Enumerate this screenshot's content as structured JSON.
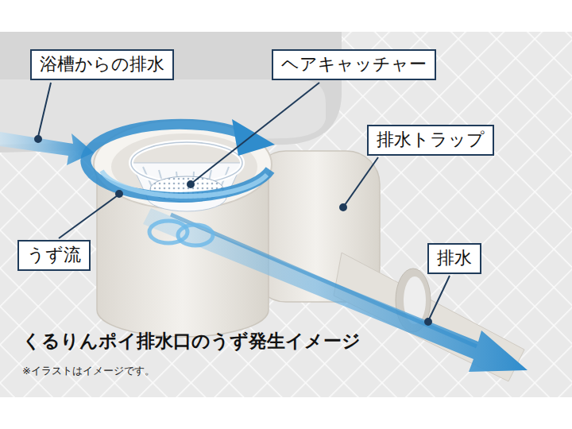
{
  "diagram": {
    "title": "くるりんポイ排水口のうず発生イメージ",
    "caption": "※イラストはイメージです。",
    "nodes": [
      {
        "text": [
          "浴槽からの排水"
        ]
      },
      {
        "text": [
          "ヘアキャッチャー"
        ]
      },
      {
        "text": [
          "排水トラップ"
        ]
      },
      {
        "text": [
          "うず流"
        ]
      },
      {
        "text": [
          "排水"
        ]
      }
    ]
  }
}
